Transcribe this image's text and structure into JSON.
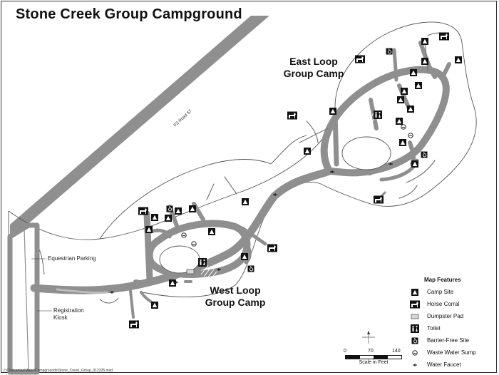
{
  "map": {
    "title": "Stone Creek Group Campground",
    "road_label": "FS Road 57",
    "east_loop": [
      "East Loop",
      "Group Camp"
    ],
    "west_loop": [
      "West Loop",
      "Group Camp"
    ],
    "equestrian_parking": "Equestrian Parking",
    "registration_kiosk": [
      "Registration",
      "Kiosk"
    ],
    "filepath": "J:\\Clackamas\\Maps\\Campgrounds\\Stone_Creek_Group_012325.mxd",
    "colors": {
      "road": "#8f8f8f",
      "boundary": "#555555",
      "symbol": "#111111"
    }
  },
  "legend": {
    "title": "Map Features",
    "items": [
      {
        "icon": "camp-site-icon",
        "label": "Camp Site"
      },
      {
        "icon": "horse-corral-icon",
        "label": "Horse Corral"
      },
      {
        "icon": "dumpster-pad-icon",
        "label": "Dumpster Pad"
      },
      {
        "icon": "toilet-icon",
        "label": "Toilet"
      },
      {
        "icon": "barrier-free-icon",
        "label": "Barrier-Free Site"
      },
      {
        "icon": "waste-water-sump-icon",
        "label": "Waste Water Sump"
      },
      {
        "icon": "water-faucet-icon",
        "label": "Water Faucet"
      }
    ]
  },
  "scale": {
    "ticks": [
      "0",
      "70",
      "140"
    ],
    "label": "Scale in Feet"
  }
}
